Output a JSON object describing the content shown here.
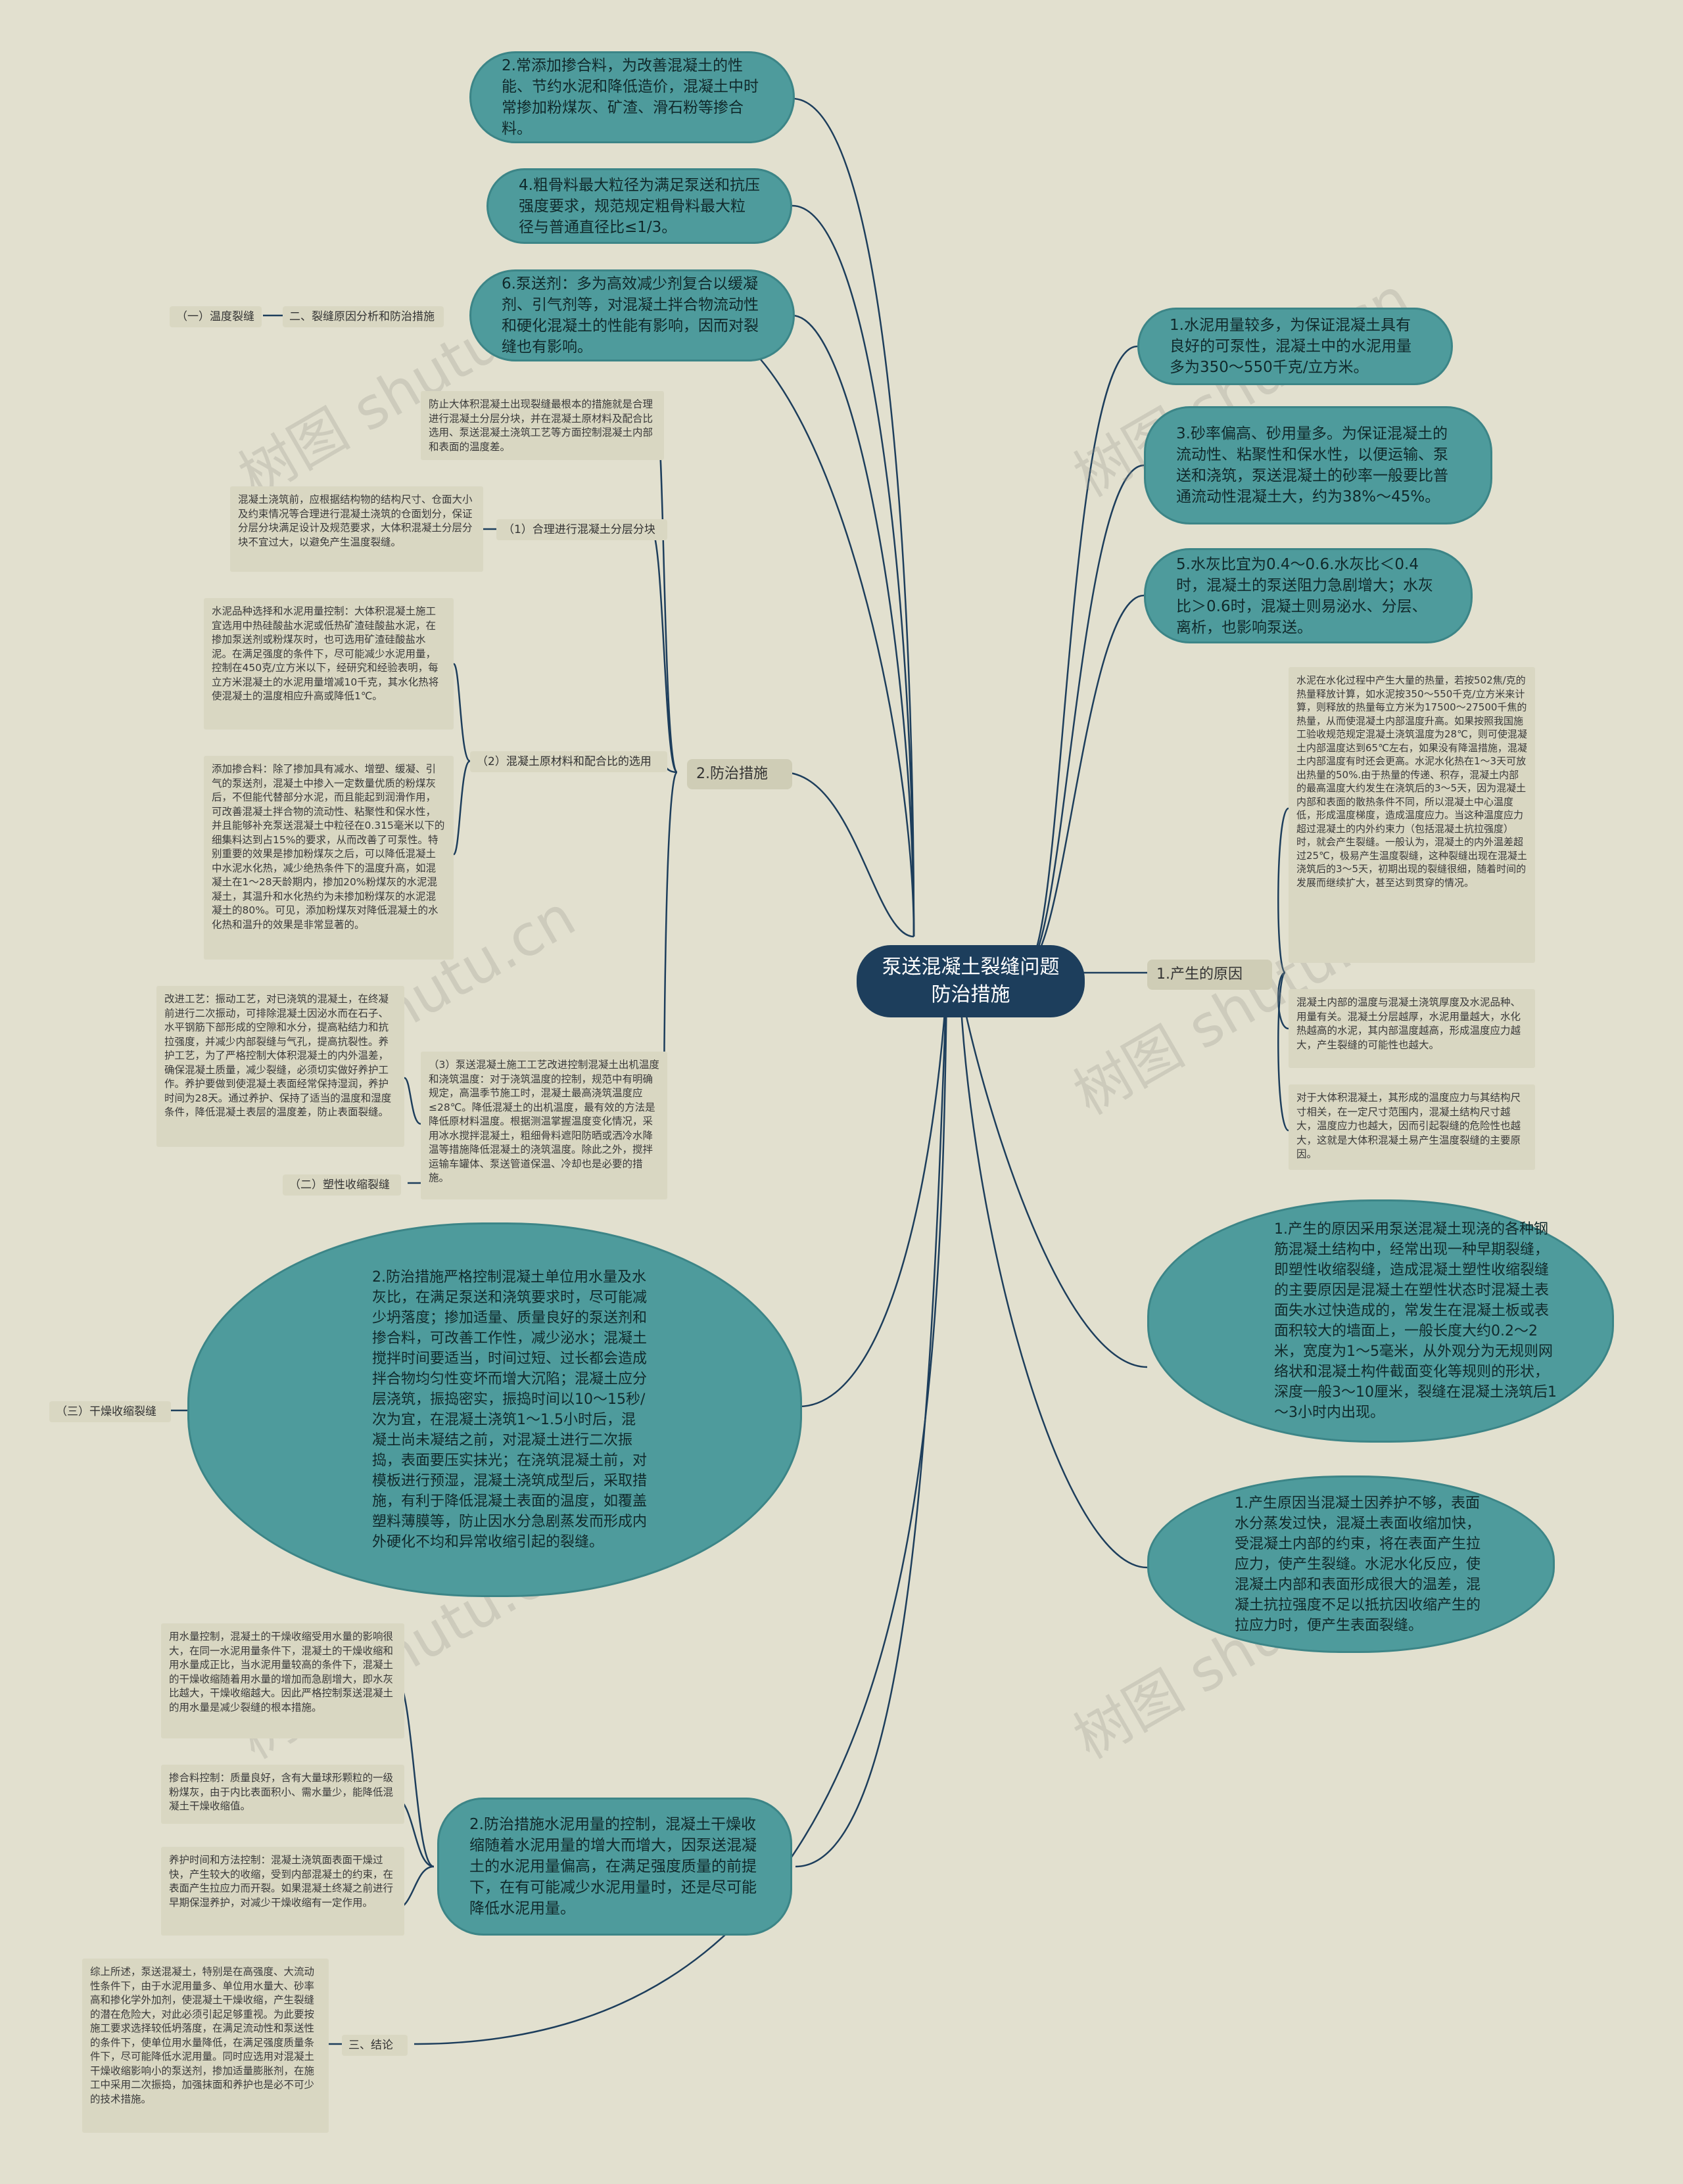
{
  "colors": {
    "background": "#e2e0cf",
    "center": "#1d3e5c",
    "teal": "#4e9b9c",
    "line": "#1d3e5c",
    "note_bg": "#d9d7c2"
  },
  "center": "泵送混凝土裂缝问题防治措施",
  "left_top": [
    "2.常添加掺合料，为改善混凝土的性能、节约水泥和降低造价，混凝土中时常掺加粉煤灰、矿渣、滑石粉等掺合料。",
    "4.粗骨料最大粒径为满足泵送和抗压强度要求，规范规定粗骨料最大粒径与普通直径比≤1/3。",
    "6.泵送剂：多为高效减少剂复合以缓凝剂、引气剂等，对混凝土拌合物流动性和硬化混凝土的性能有影响，因而对裂缝也有影响。"
  ],
  "section2": {
    "title": "二、裂缝原因分析和防治措施",
    "sub1": "（一）温度裂缝",
    "sub2": "（二）塑性收缩裂缝",
    "sub3": "（三）干燥收缩裂缝",
    "conclusion": "三、结论"
  },
  "prevention": {
    "label": "2.防治措施",
    "intro": "防止大体积混凝土出现裂缝最根本的措施就是合理进行混凝土分层分块，并在混凝土原材料及配合比选用、泵送混凝土浇筑工艺等方面控制混凝土内部和表面的温度差。",
    "m1_label": "（1）合理进行混凝土分层分块",
    "m1_note": "混凝土浇筑前，应根据结构物的结构尺寸、仓面大小及约束情况等合理进行混凝土浇筑的仓面划分，保证分层分块满足设计及规范要求，大体积混凝土分层分块不宜过大，以避免产生温度裂缝。",
    "m2_label": "（2）混凝土原材料和配合比的选用",
    "m2_note1": "水泥品种选择和水泥用量控制：大体积混凝土施工宜选用中热硅酸盐水泥或低热矿渣硅酸盐水泥，在掺加泵送剂或粉煤灰时，也可选用矿渣硅酸盐水泥。在满足强度的条件下，尽可能减少水泥用量，控制在450克/立方米以下，经研究和经验表明，每立方米混凝土的水泥用量增减10千克，其水化热将使混凝土的温度相应升高或降低1℃。",
    "m2_note2": "添加掺合料：除了掺加具有减水、增塑、缓凝、引气的泵送剂，混凝土中掺入一定数量优质的粉煤灰后，不但能代替部分水泥，而且能起到润滑作用，可改善混凝土拌合物的流动性、粘聚性和保水性，并且能够补充泵送混凝土中粒径在0.315毫米以下的细集料达到占15%的要求，从而改善了可泵性。特别重要的效果是掺加粉煤灰之后，可以降低混凝土中水泥水化热，减少绝热条件下的温度升高，如混凝土在1～28天龄期内，掺加20%粉煤灰的水泥混凝土，其温升和水化热约为未掺加粉煤灰的水泥混凝土的80%。可见，添加粉煤灰对降低混凝土的水化热和温升的效果是非常显著的。",
    "m3_label": "（3）泵送混凝土施工工艺改进控制混凝土出机温度和浇筑温度：对于浇筑温度的控制，规范中有明确规定，高温季节施工时，混凝土最高浇筑温度应≤28℃。降低混凝土的出机温度，最有效的方法是降低原材料温度。根据测温掌握温度变化情况，采用冰水搅拌混凝土，粗细骨料遮阳防晒或洒冷水降温等措施降低混凝土的浇筑温度。除此之外，搅拌运输车罐体、泵送管道保温、冷却也是必要的措施。",
    "m3_note": "改进工艺：振动工艺，对已浇筑的混凝土，在终凝前进行二次振动，可排除混凝土因泌水而在石子、水平钢筋下部形成的空隙和水分，提高粘结力和抗拉强度，并减少内部裂缝与气孔，提高抗裂性。养护工艺，为了严格控制大体积混凝土的内外温差，确保混凝土质量，减少裂缝，必须切实做好养护工作。养护要做到使混凝土表面经常保持湿润，养护时间为28天。通过养护、保持了适当的温度和湿度条件，降低混凝土表层的温度差，防止表面裂缝。"
  },
  "right_top": [
    "1.水泥用量较多，为保证混凝土具有良好的可泵性，混凝土中的水泥用量多为350～550千克/立方米。",
    "3.砂率偏高、砂用量多。为保证混凝土的流动性、粘聚性和保水性，以便运输、泵送和浇筑，泵送混凝土的砂率一般要比普通流动性混凝土大，约为38%～45%。",
    "5.水灰比宜为0.4～0.6.水灰比＜0.4时，混凝土的泵送阻力急剧增大；水灰比＞0.6时，混凝土则易泌水、分层、离析，也影响泵送。"
  ],
  "cause": {
    "label": "1.产生的原因",
    "note1": "水泥在水化过程中产生大量的热量，若按502焦/克的热量释放计算，如水泥按350～550千克/立方米来计算，则释放的热量每立方米为17500～27500千焦的热量，从而使混凝土内部温度升高。如果按照我国施工验收规范规定混凝土浇筑温度为28℃，则可使混凝土内部温度达到65℃左右，如果没有降温措施，混凝土内部温度有时还会更高。水泥水化热在1～3天可放出热量的50%.由于热量的传递、积存，混凝土内部的最高温度大约发生在浇筑后的3～5天，因为混凝土内部和表面的散热条件不同，所以混凝土中心温度低，形成温度梯度，造成温度应力。当这种温度应力超过混凝土的内外约束力（包括混凝土抗拉强度）时，就会产生裂缝。一般认为，混凝土的内外温差超过25℃，极易产生温度裂缝，这种裂缝出现在混凝土浇筑后的3～5天，初期出现的裂缝很细，随着时间的发展而继续扩大，甚至达到贯穿的情况。",
    "note2": "混凝土内部的温度与混凝土浇筑厚度及水泥品种、用量有关。混凝土分层越厚，水泥用量越大，水化热越高的水泥，其内部温度越高，形成温度应力越大，产生裂缝的可能性也越大。",
    "note3": "对于大体积混凝土，其形成的温度应力与其结构尺寸相关，在一定尺寸范围内，混凝土结构尺寸越大，温度应力也越大，因而引起裂缝的危险性也越大，这就是大体积混凝土易产生温度裂缝的主要原因。"
  },
  "right_bottom": [
    "1.产生的原因采用泵送混凝土现浇的各种钢筋混凝土结构中，经常出现一种早期裂缝，即塑性收缩裂缝，造成混凝土塑性收缩裂缝的主要原因是混凝土在塑性状态时混凝土表面失水过快造成的，常发生在混凝土板或表面积较大的墙面上，一般长度大约0.2～2米，宽度为1～5毫米，从外观分为无规则网络状和混凝土构件截面变化等规则的形状，深度一般3～10厘米，裂缝在混凝土浇筑后1～3小时内出现。",
    "1.产生原因当混凝土因养护不够，表面水分蒸发过快，混凝土表面收缩加快，受混凝土内部的约束，将在表面产生拉应力，使产生裂缝。水泥水化反应，使混凝土内部和表面形成很大的温差，混凝土抗拉强度不足以抵抗因收缩产生的拉应力时，便产生表面裂缝。"
  ],
  "plastic_measures": "2.防治措施严格控制混凝土单位用水量及水灰比，在满足泵送和浇筑要求时，尽可能减少坍落度；掺加适量、质量良好的泵送剂和掺合料，可改善工作性，减少泌水；混凝土搅拌时间要适当，时间过短、过长都会造成拌合物均匀性变坏而增大沉陷；混凝土应分层浇筑，振捣密实，振捣时间以10～15秒/次为宜，在混凝土浇筑1～1.5小时后，混凝土尚未凝结之前，对混凝土进行二次振捣，表面要压实抹光；在浇筑混凝土前，对模板进行预湿，混凝土浇筑成型后，采取措施，有利于降低混凝土表面的温度，如覆盖塑料薄膜等，防止因水分急剧蒸发而形成内外硬化不均和异常收缩引起的裂缝。",
  "dry": {
    "measures": "2.防治措施水泥用量的控制，混凝土干燥收缩随着水泥用量的增大而增大，因泵送混凝土的水泥用量偏高，在满足强度质量的前提下，在有可能减少水泥用量时，还是尽可能降低水泥用量。",
    "note1": "用水量控制，混凝土的干燥收缩受用水量的影响很大，在同一水泥用量条件下，混凝土的干燥收缩和用水量成正比，当水泥用量较高的条件下，混凝土的干燥收缩随着用水量的增加而急剧增大，即水灰比越大，干燥收缩越大。因此严格控制泵送混凝土的用水量是减少裂缝的根本措施。",
    "note2": "掺合料控制：质量良好，含有大量球形颗粒的一级粉煤灰，由于内比表面积小、需水量少，能降低混凝土干燥收缩值。",
    "note3": "养护时间和方法控制：混凝土浇筑面表面干燥过快，产生较大的收缩，受到内部混凝土的约束，在表面产生拉应力而开裂。如果混凝土终凝之前进行早期保湿养护，对减少干燥收缩有一定作用。",
    "conclusion_note": "综上所述，泵送混凝土，特别是在高强度、大流动性条件下，由于水泥用量多、单位用水量大、砂率高和掺化学外加剂，使混凝土干燥收缩，产生裂缝的潜在危险大，对此必须引起足够重视。为此要按施工要求选择较低坍落度，在满足流动性和泵送性的条件下，使单位用水量降低，在满足强度质量条件下，尽可能降低水泥用量。同时应选用对混凝土干燥收缩影响小的泵送剂，掺加适量膨胀剂，在施工中采用二次振捣，加强抹面和养护也是必不可少的技术措施。"
  },
  "watermarks": [
    "树图 shutu.cn",
    "树图 shutu.cn",
    "树图 shutu.cn",
    "树图 shutu.cn",
    "树图 shutu.cn",
    "树图 shutu.cn"
  ]
}
